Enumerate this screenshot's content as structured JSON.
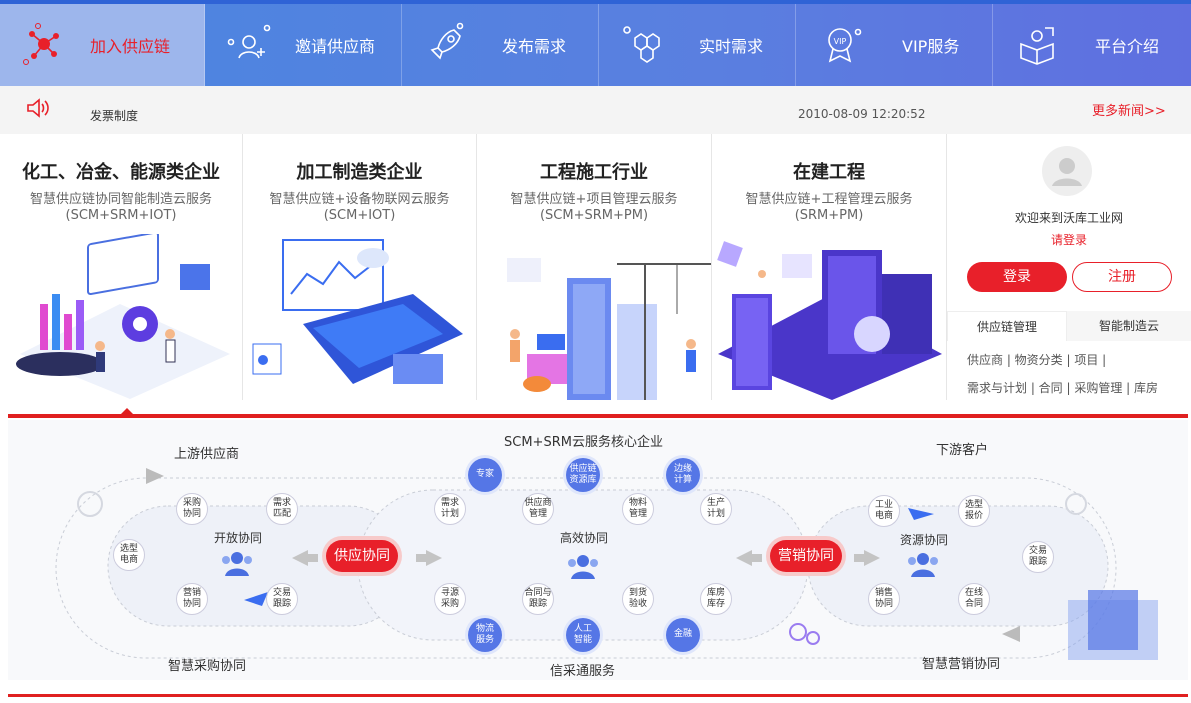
{
  "nav": {
    "items": [
      {
        "label": "加入供应链",
        "icon": "network-icon",
        "active": true
      },
      {
        "label": "邀请供应商",
        "icon": "invite-user-icon"
      },
      {
        "label": "发布需求",
        "icon": "rocket-icon"
      },
      {
        "label": "实时需求",
        "icon": "hexagon-icon"
      },
      {
        "label": "VIP服务",
        "icon": "vip-badge-icon"
      },
      {
        "label": "平台介绍",
        "icon": "book-icon"
      }
    ]
  },
  "ticker": {
    "text": "发票制度",
    "date": "2010-08-09 12:20:52",
    "more": "更多新闻>>"
  },
  "cards": [
    {
      "title": "化工、冶金、能源类企业",
      "line1": "智慧供应链协同智能制造云服务",
      "line2": "(SCM+SRM+IOT)"
    },
    {
      "title": "加工制造类企业",
      "line1": "智慧供应链+设备物联网云服务",
      "line2": "(SCM+IOT)"
    },
    {
      "title": "工程施工行业",
      "line1": "智慧供应链+项目管理云服务",
      "line2": "(SCM+SRM+PM)"
    },
    {
      "title": "在建工程",
      "line1": "智慧供应链+工程管理云服务",
      "line2": "(SRM+PM)"
    }
  ],
  "login": {
    "welcome": "欢迎来到沃库工业网",
    "please": "请登录",
    "login_btn": "登录",
    "register_btn": "注册",
    "tab1": "供应链管理",
    "tab2": "智能制造云",
    "row1": "供应商 | 物资分类 | 项目 |",
    "row2": "需求与计划 | 合同 | 采购管理 | 库房"
  },
  "diagram": {
    "title_center": "SCM+SRM云服务核心企业",
    "upstream": "上游供应商",
    "downstream": "下游客户",
    "bottom_left": "智慧采购协同",
    "bottom_center": "信采通服务",
    "bottom_right": "智慧营销协同",
    "hub_left": "开放协同",
    "hub_center": "高效协同",
    "hub_right": "资源协同",
    "pill_left": "供应协同",
    "pill_right": "营销协同",
    "left_nodes": [
      "采购\n协同",
      "需求\n匹配",
      "选型\n电商",
      "营销\n协同",
      "交易\n跟踪"
    ],
    "center_nodes": [
      "需求\n计划",
      "供应商\n管理",
      "物料\n管理",
      "生产\n计划",
      "寻源\n采购",
      "合同与\n跟踪",
      "到货\n验收",
      "库房\n库存"
    ],
    "right_nodes": [
      "工业\n电商",
      "选型\n报价",
      "交易\n跟踪",
      "销售\n协同",
      "在线\n合同"
    ],
    "blue_top": [
      "专家",
      "供应链\n资源库",
      "边缘\n计算"
    ],
    "blue_bottom": [
      "物流\n服务",
      "人工\n智能",
      "金融"
    ],
    "accent": "#e8202a"
  }
}
